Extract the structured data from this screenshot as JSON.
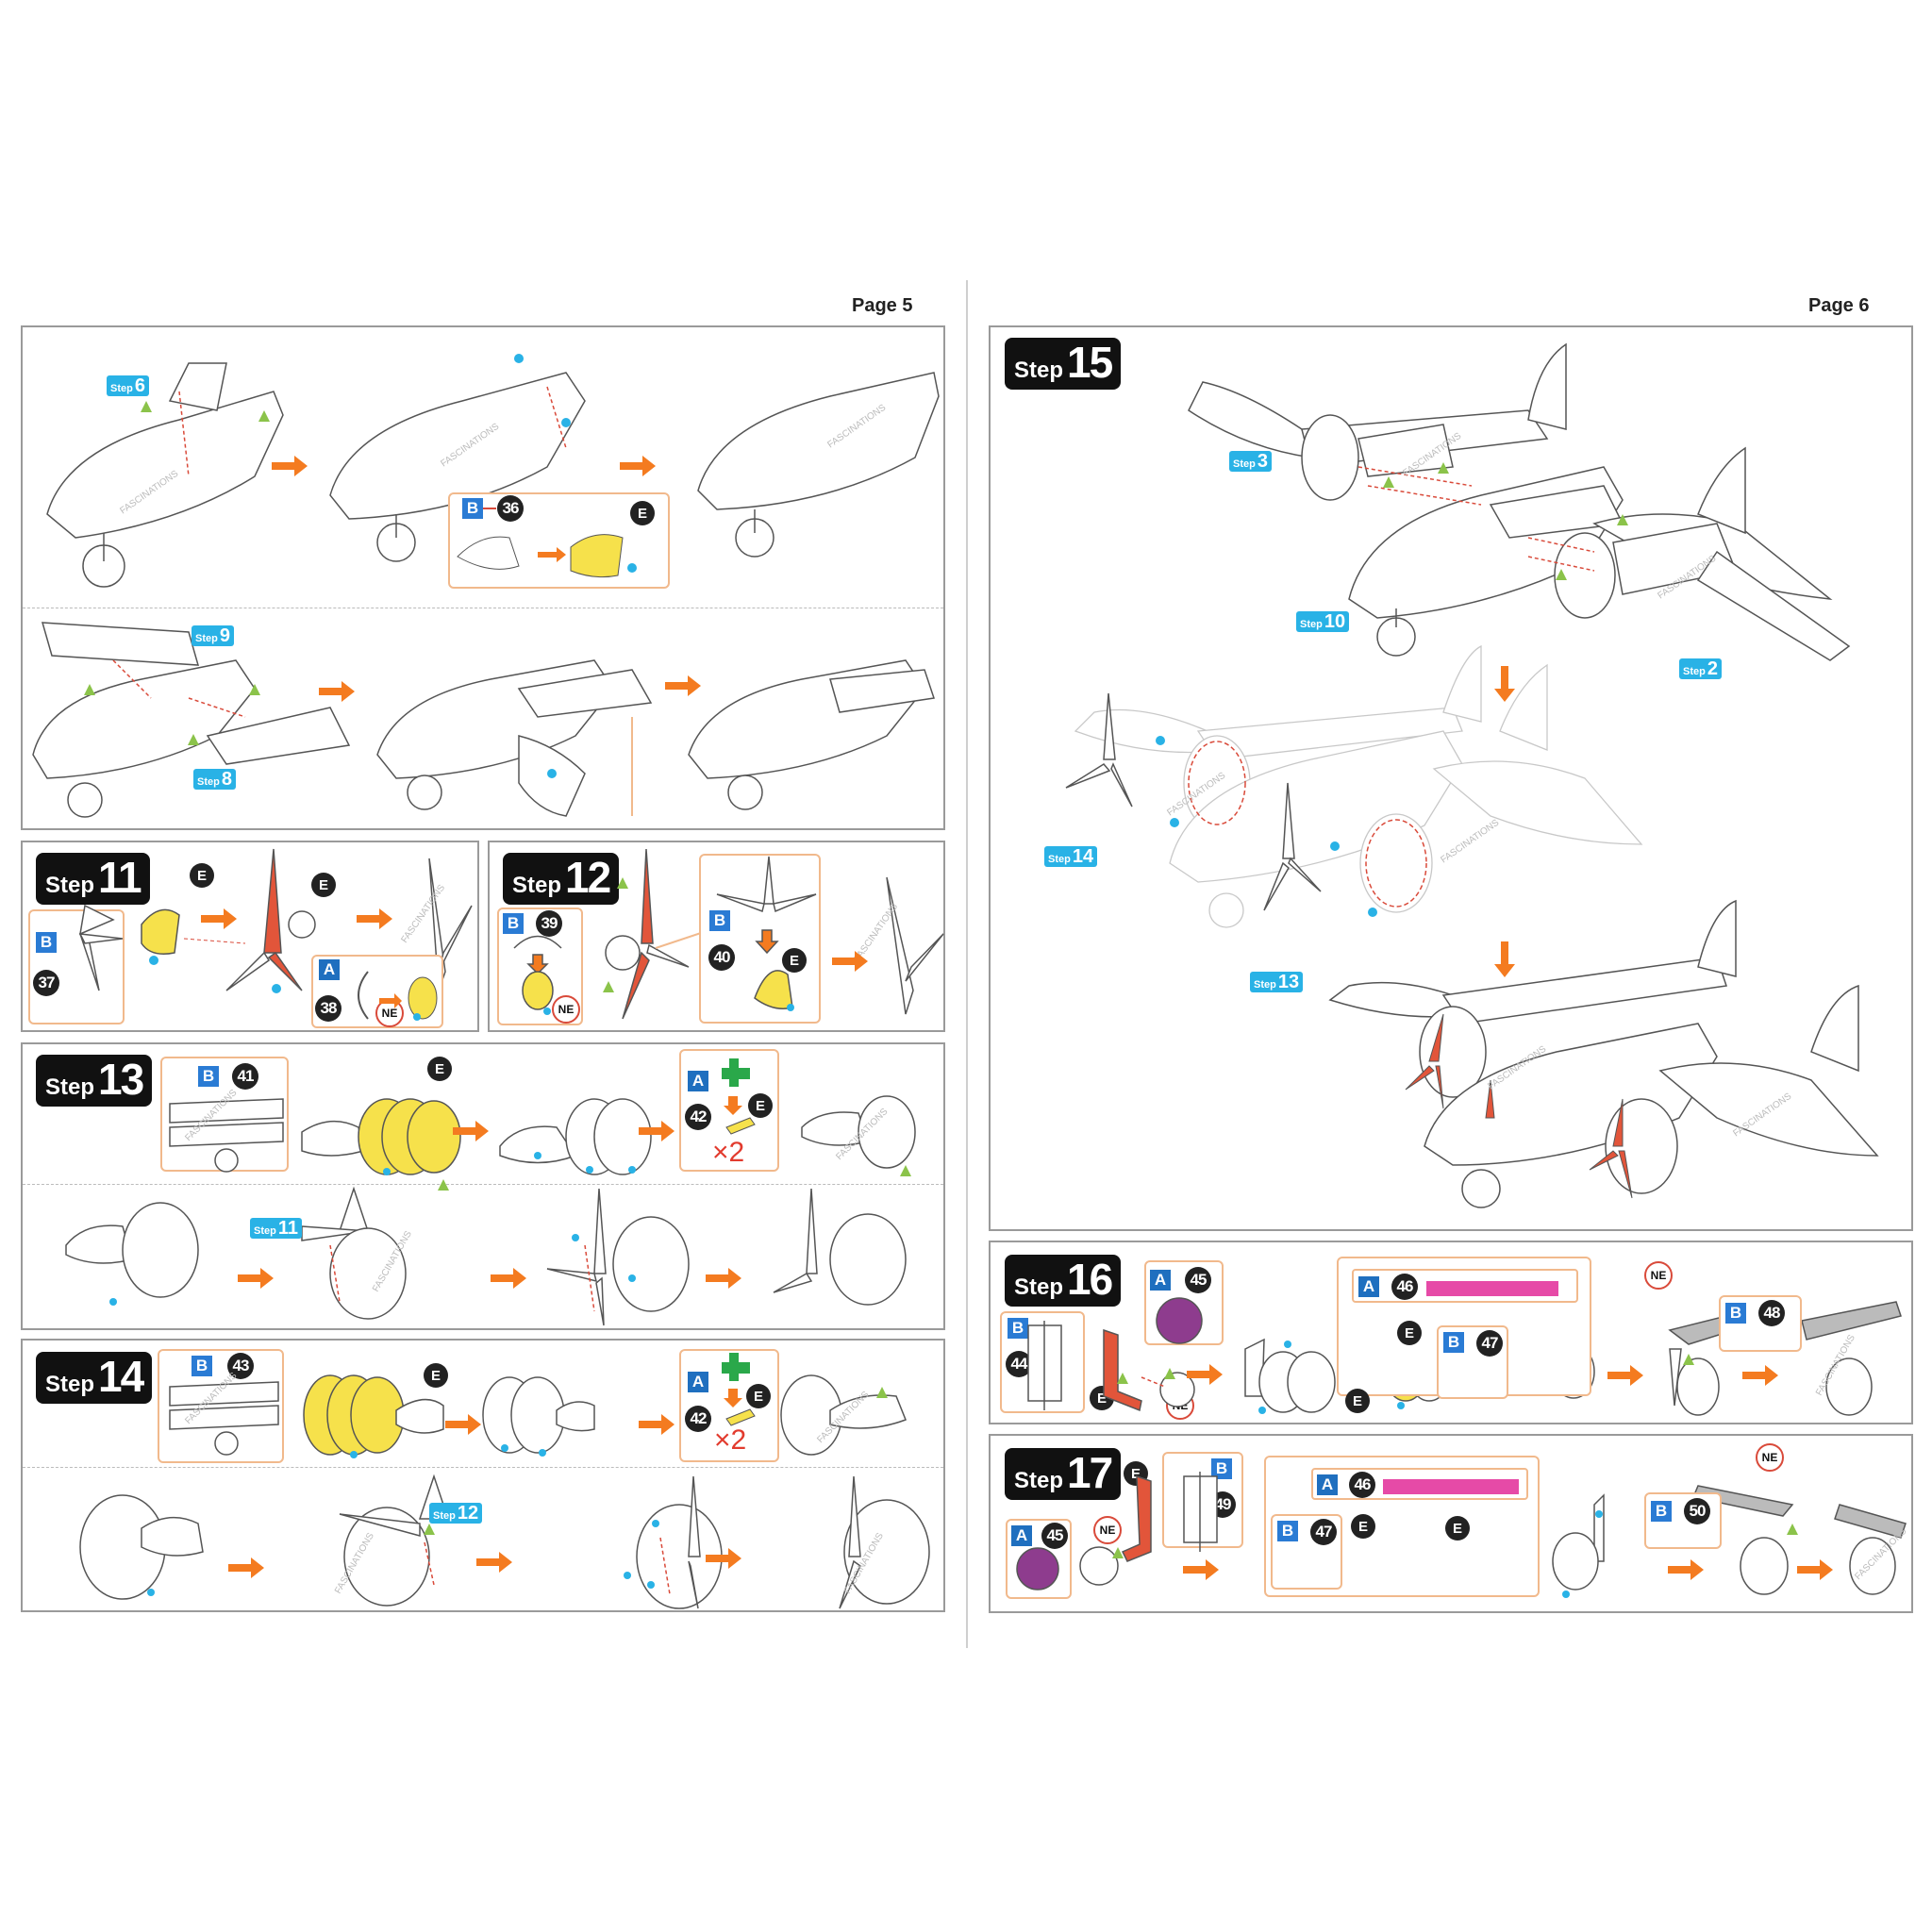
{
  "pages": {
    "left": "Page 5",
    "right": "Page 6"
  },
  "step_word": "Step",
  "steps": {
    "s11": "11",
    "s12": "12",
    "s13": "13",
    "s14": "14",
    "s15": "15",
    "s16": "16",
    "s17": "17"
  },
  "refs": {
    "r6": "6",
    "r9": "9",
    "r8": "8",
    "r11": "11",
    "r12": "12",
    "r3": "3",
    "r10": "10",
    "r2": "2",
    "r14": "14",
    "r13": "13"
  },
  "sheets": {
    "a": "A",
    "b": "B"
  },
  "parts": {
    "p36": "36",
    "p37": "37",
    "p38": "38",
    "p39": "39",
    "p40": "40",
    "p41": "41",
    "p42": "42",
    "p43": "43",
    "p44": "44",
    "p45": "45",
    "p46": "46",
    "p47": "47",
    "p48": "48",
    "p49": "49",
    "p50": "50"
  },
  "marks": {
    "e": "E",
    "ne": "NE",
    "x2": "×2"
  },
  "colors": {
    "accent_orange": "#f47b20",
    "step_badge": "#111111",
    "ref_blue": "#29b2e6",
    "sheet_blue": "#2a7bd4",
    "highlight_yellow": "#f6e14b",
    "propeller_red": "#e2553a",
    "part_green": "#2aa84a",
    "part_magenta": "#e64aa7",
    "part_purple": "#8e3c8e",
    "part_orange": "#f7a35c"
  },
  "icons": {
    "next": "right-arrow-icon",
    "down": "down-arrow-icon"
  }
}
